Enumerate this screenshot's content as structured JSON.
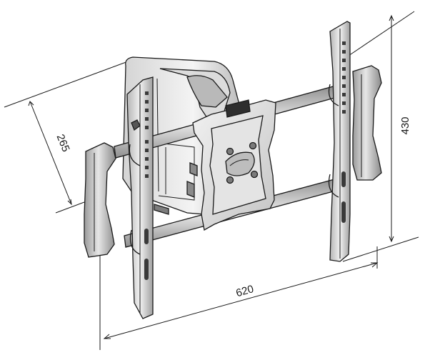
{
  "dimensions": {
    "width_label": "620",
    "height_label": "430",
    "depth_label": "265"
  },
  "colors": {
    "line": "#1a1a1a",
    "metal_light": "#ececec",
    "metal_mid": "#cfcfcf",
    "metal_dark": "#9a9a9a",
    "shadow": "#6e6e6e"
  }
}
